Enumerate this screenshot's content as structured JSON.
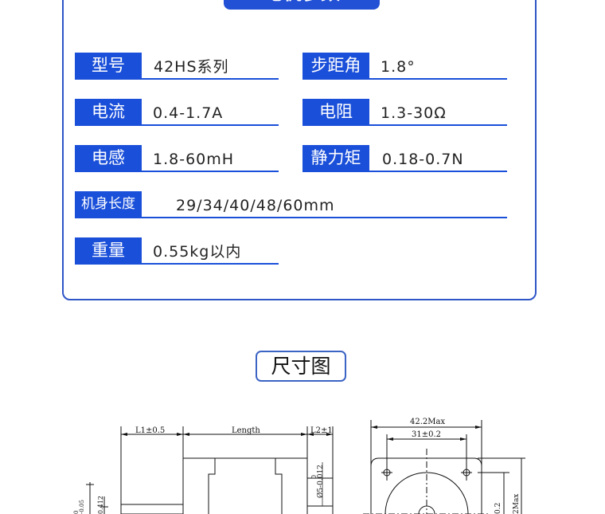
{
  "header": {
    "title": "电机参数"
  },
  "specs": [
    {
      "label": "型号",
      "value": "42HS系列"
    },
    {
      "label": "步距角",
      "value": "1.8°"
    },
    {
      "label": "电流",
      "value": "0.4-1.7A"
    },
    {
      "label": "电阻",
      "value": "1.3-30Ω"
    },
    {
      "label": "电感",
      "value": "1.8-60mH"
    },
    {
      "label": "静力矩",
      "value": "0.18-0.7N"
    },
    {
      "label": "机身长度",
      "value": "29/34/40/48/60mm"
    },
    {
      "label": "重量",
      "value": "0.55kg以内"
    }
  ],
  "dimensions": {
    "title": "尺寸图",
    "labels": {
      "l1": "L1±0.5",
      "length": "Length",
      "l2": "L2±1",
      "shaft_dia": "Ø5-0.012",
      "shaft_dia_zero": "0",
      "total_width": "42.2Max",
      "hole_spacing": "31±0.2",
      "side_left_a": "-0.05",
      "side_left_b": "0",
      "side_left_c": "0.412",
      "side_right_a": "0.2",
      "side_right_b": "2Max"
    }
  }
}
